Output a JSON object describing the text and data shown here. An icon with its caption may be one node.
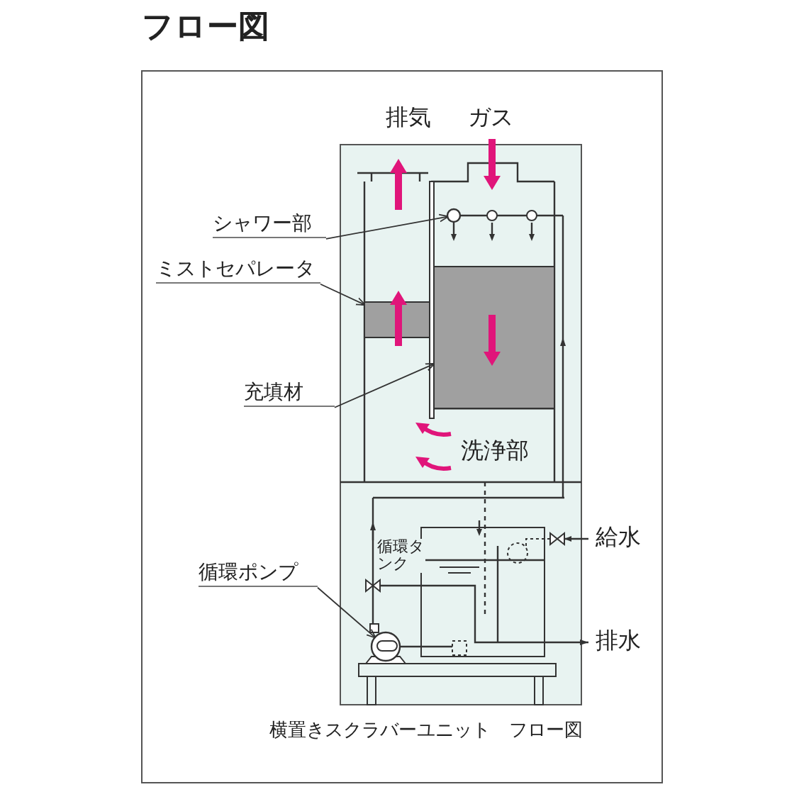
{
  "diagram": {
    "title": "フロー図",
    "caption": "横置きスクラバーユニット　フロー図",
    "nodes": [
      {
        "text": [
          "シャワー部"
        ]
      },
      {
        "text": [],
        "shape": "circle"
      },
      {
        "text": [
          "ミストセパレータ"
        ]
      },
      {
        "text": [],
        "shape": "box"
      },
      {
        "text": [
          "充填材"
        ]
      },
      {
        "text": [],
        "shape": "box"
      },
      {
        "text": [
          "循環ポンプ"
        ]
      },
      {
        "text": [],
        "shape": "circle"
      }
    ],
    "edges": [
      {
        "from": 0,
        "to": 1,
        "arrow": "to"
      },
      {
        "from": 2,
        "to": 3,
        "arrow": "to"
      },
      {
        "from": 4,
        "to": 5,
        "arrow": "to"
      },
      {
        "from": 6,
        "to": 7,
        "arrow": "to"
      }
    ],
    "labels": [
      "排気",
      "ガス",
      "洗浄部",
      "循環タンク",
      "給水",
      "排水"
    ]
  }
}
